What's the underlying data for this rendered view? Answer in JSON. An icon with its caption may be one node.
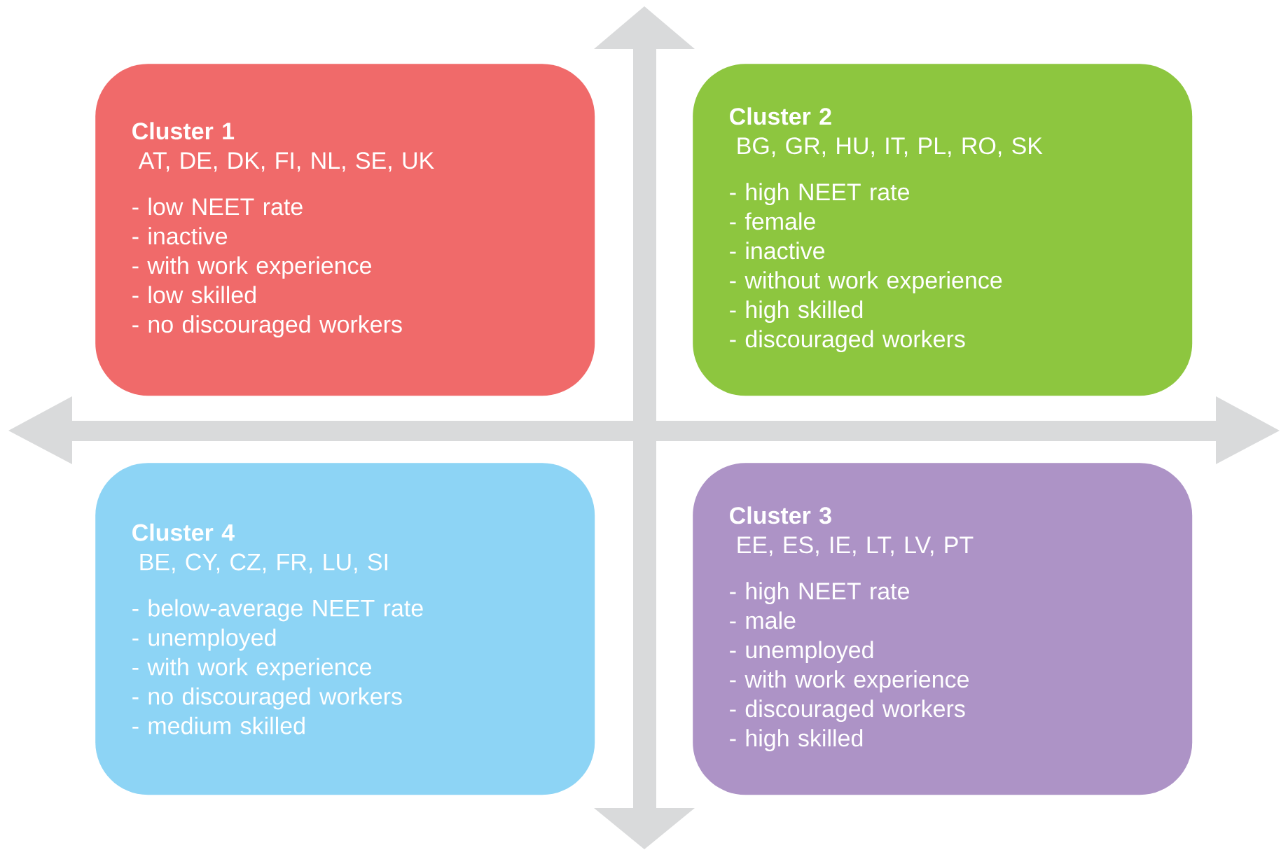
{
  "diagram": {
    "nodes": [
      {
        "text": [
          "Cluster 1",
          "AT, DE, DK, FI, NL, SE, UK",
          "- low NEET rate",
          "- inactive",
          "- with work experience",
          "- low skilled",
          "- no discouraged workers"
        ]
      },
      {
        "text": [
          "Cluster 2",
          "BG, GR, HU, IT, PL, RO, SK",
          "- high NEET rate",
          "- female",
          "- inactive",
          "- without work experience",
          "- high skilled",
          "- discouraged workers"
        ]
      },
      {
        "text": [
          "Cluster 4",
          "BE, CY, CZ, FR, LU, SI",
          "- below-average NEET rate",
          "- unemployed",
          "- with work experience",
          "- no discouraged workers",
          "- medium skilled"
        ]
      },
      {
        "text": [
          "Cluster 3",
          "EE, ES, IE, LT, LV, PT",
          "- high NEET rate",
          "- male",
          "- unemployed",
          "- with work experience",
          "- discouraged workers",
          "- high skilled"
        ]
      }
    ]
  }
}
